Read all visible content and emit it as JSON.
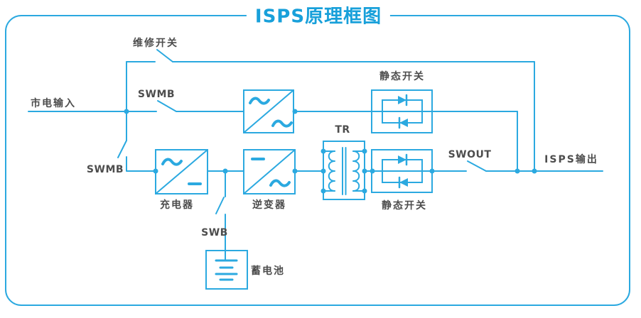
{
  "title": "ISPS原理框图",
  "colors": {
    "line": "#2BA9E0",
    "title": "#18A0DA",
    "label": "#4D4D4D",
    "background": "#FFFFFF"
  },
  "labels": {
    "mains_input": "市电输入",
    "maintenance_switch": "维修开关",
    "swmb_top": "SWMB",
    "swmb_left": "SWMB",
    "static_switch_top": "静态开关",
    "transformer": "TR",
    "charger": "充电器",
    "inverter": "逆变器",
    "swb": "SWB",
    "battery": "蓄电池",
    "static_switch_bottom": "静态开关",
    "swout": "SWOUT",
    "isps_output": "ISPS输出"
  }
}
